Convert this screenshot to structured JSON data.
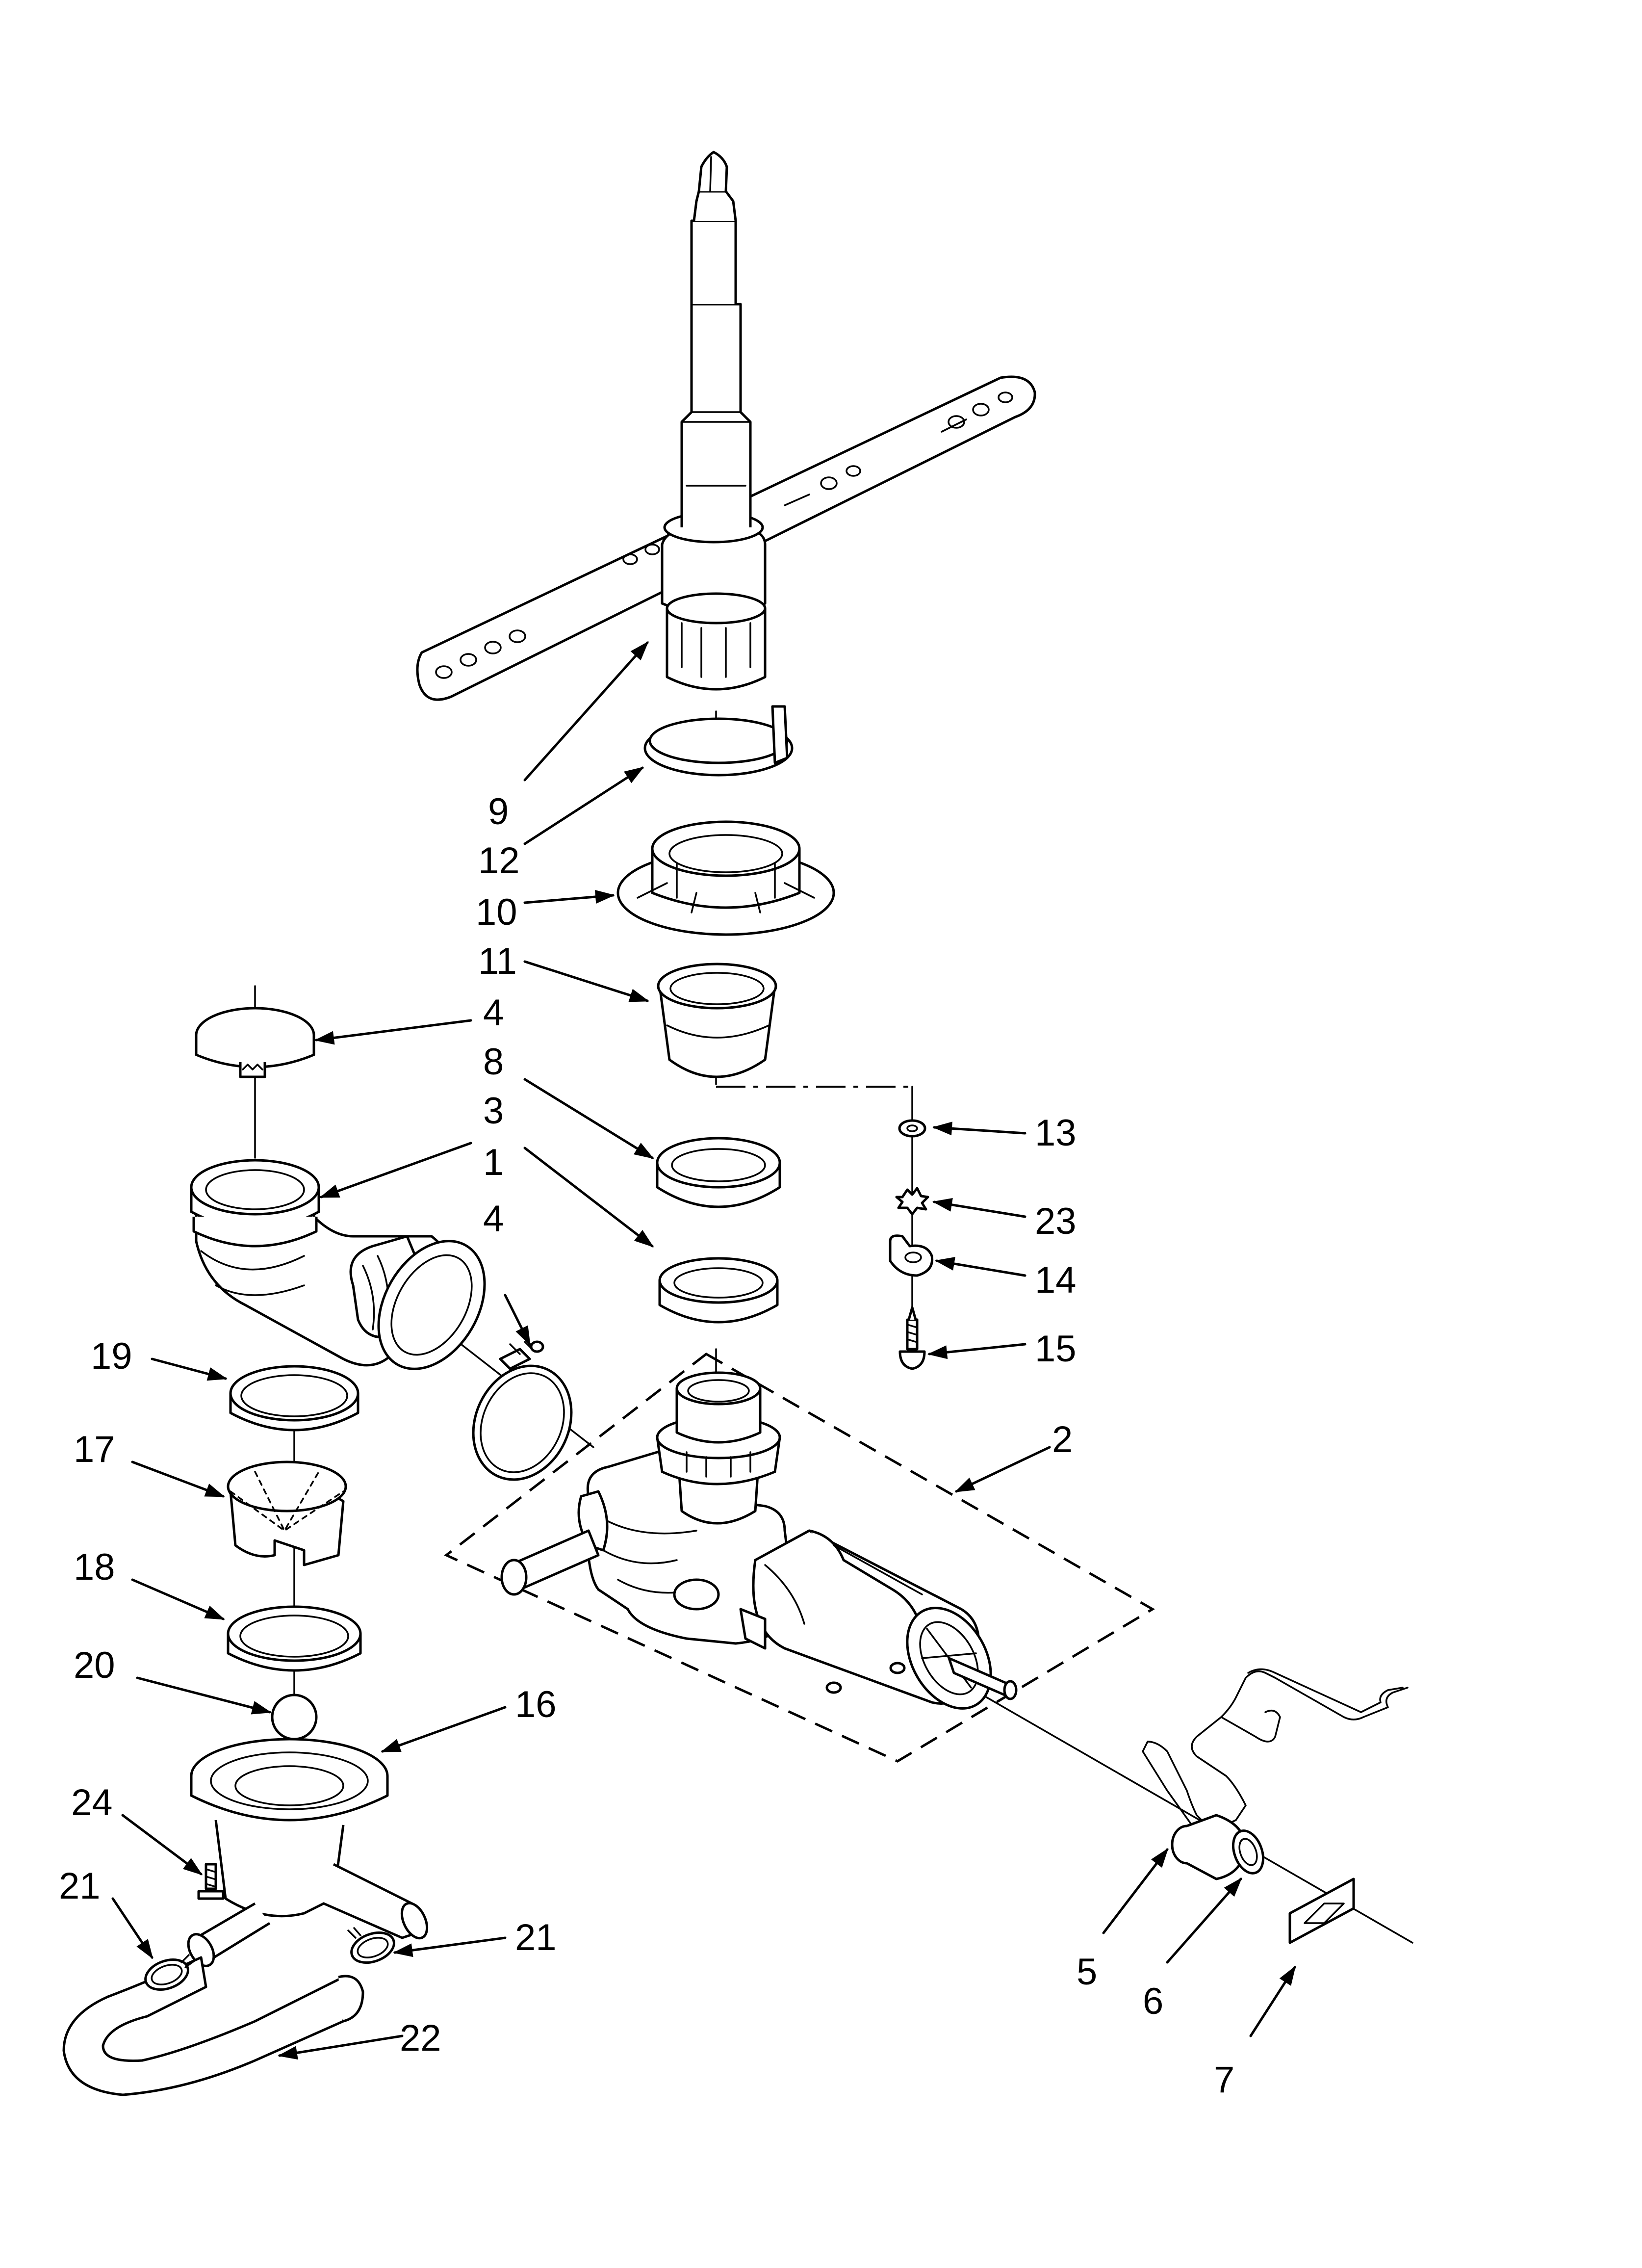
{
  "diagram": {
    "callouts": [
      {
        "id": "9",
        "text": "9"
      },
      {
        "id": "12",
        "text": "12"
      },
      {
        "id": "10",
        "text": "10"
      },
      {
        "id": "11",
        "text": "11"
      },
      {
        "id": "4a",
        "text": "4"
      },
      {
        "id": "8",
        "text": "8"
      },
      {
        "id": "3",
        "text": "3"
      },
      {
        "id": "1",
        "text": "1"
      },
      {
        "id": "4b",
        "text": "4"
      },
      {
        "id": "13",
        "text": "13"
      },
      {
        "id": "23",
        "text": "23"
      },
      {
        "id": "14",
        "text": "14"
      },
      {
        "id": "15",
        "text": "15"
      },
      {
        "id": "2",
        "text": "2"
      },
      {
        "id": "19",
        "text": "19"
      },
      {
        "id": "17",
        "text": "17"
      },
      {
        "id": "18",
        "text": "18"
      },
      {
        "id": "20",
        "text": "20"
      },
      {
        "id": "16",
        "text": "16"
      },
      {
        "id": "24",
        "text": "24"
      },
      {
        "id": "21a",
        "text": "21"
      },
      {
        "id": "21b",
        "text": "21"
      },
      {
        "id": "22",
        "text": "22"
      },
      {
        "id": "5",
        "text": "5"
      },
      {
        "id": "6",
        "text": "6"
      },
      {
        "id": "7",
        "text": "7"
      }
    ]
  }
}
